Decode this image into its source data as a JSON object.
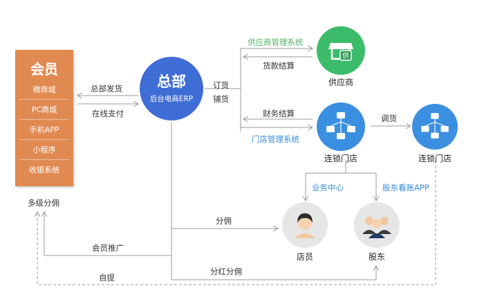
{
  "member": {
    "title": "会员",
    "items": [
      "微商城",
      "PC商城",
      "手机APP",
      "小程序",
      "收银系统"
    ]
  },
  "hq": {
    "title": "总部",
    "subtitle": "后台电商ERP"
  },
  "nodes": {
    "supplier": "供应商",
    "supplier_badge": "供",
    "chain_store_1": "连锁门店",
    "chain_store_2": "连锁门店",
    "clerk": "店员",
    "shareholder": "股东"
  },
  "labels": {
    "hq_ship": "总部发货",
    "online_pay": "在线支付",
    "multi_commission": "多级分佣",
    "order": "订货",
    "stock": "铺货",
    "supply_mgmt": "供应商管理系统",
    "goods_settle": "货款结算",
    "finance_settle": "财务结算",
    "store_mgmt": "门店管理系统",
    "transfer": "调货",
    "biz_center": "业务中心",
    "shareholder_app": "股东看账APP",
    "commission": "分佣",
    "member_promo": "会员推广",
    "dividend": "分红分佣",
    "pickup": "自提"
  },
  "colors": {
    "member_panel": "#e08a52",
    "hq": "#3f6dd6",
    "supplier": "#3cbc6a",
    "store": "#3a8fe0",
    "person_bg": "#e6e6e6",
    "line": "#9a9a9a",
    "label_blue": "#3a8ad6",
    "label_green": "#55b06a"
  },
  "icons": {
    "supplier": "store-front-icon",
    "store": "store-network-icon",
    "clerk": "clerk-person-icon",
    "shareholder": "shareholders-group-icon"
  }
}
